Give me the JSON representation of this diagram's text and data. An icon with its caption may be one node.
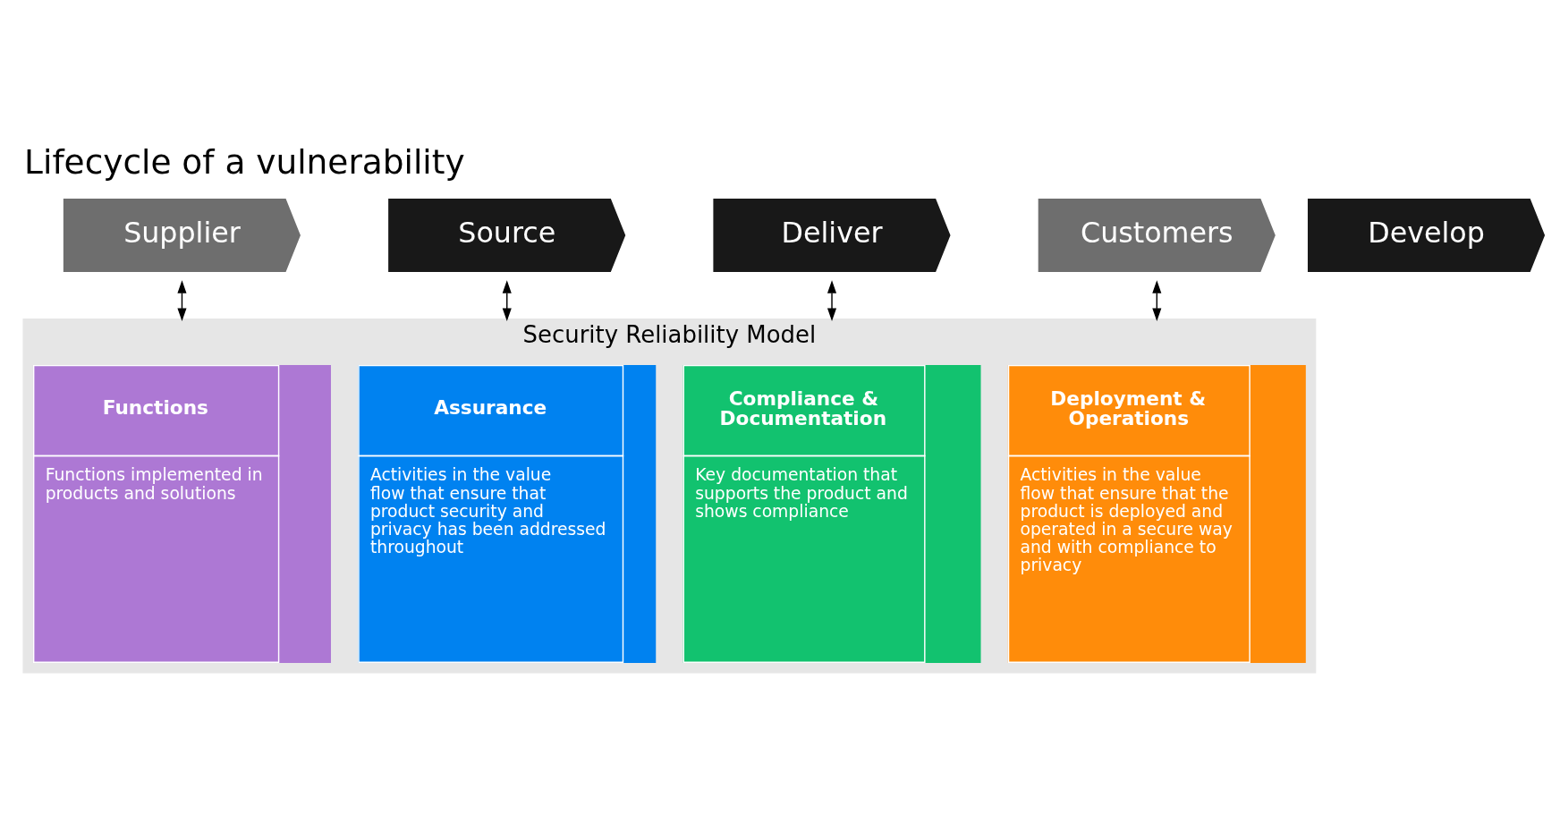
{
  "diagram": {
    "title": "Lifecycle of a vulnerability",
    "nodes": [
      {
        "text": [
          "Supplier"
        ]
      },
      {
        "text": [
          "Source"
        ]
      },
      {
        "text": [
          "Develop"
        ]
      },
      {
        "text": [
          "Deliver"
        ]
      },
      {
        "text": [
          "Customers"
        ]
      },
      {
        "text": [
          "Security Reliability Model"
        ]
      },
      {
        "text": [
          "Functions",
          "Functions implemented in products and solutions"
        ],
        "in": 5
      },
      {
        "text": [
          "Assurance",
          "Activities in the value flow that ensure that product security and privacy has been addressed throughout"
        ],
        "in": 5
      },
      {
        "text": [
          "Compliance & Documentation",
          "Key documentation that supports the product and shows compliance"
        ],
        "in": 5
      },
      {
        "text": [
          "Deployment & Operations",
          "Activities in the value flow that ensure that the product is deployed and operated in a secure way and with compliance to privacy"
        ],
        "in": 5
      }
    ],
    "edges": [
      {
        "from": 0,
        "to": 5,
        "arrow": "both"
      },
      {
        "from": 1,
        "to": 5,
        "arrow": "both"
      },
      {
        "from": 3,
        "to": 5,
        "arrow": "both"
      },
      {
        "from": 4,
        "to": 5,
        "arrow": "both"
      }
    ]
  }
}
